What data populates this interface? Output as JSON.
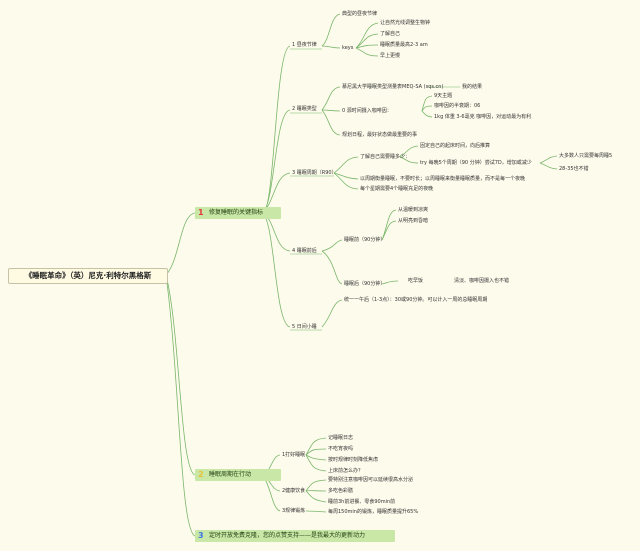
{
  "root": {
    "label": "《睡眠革命》（英）尼克·利特尔黑格斯"
  },
  "branches": [
    {
      "num": "1",
      "label": "修复睡眠的关键指标"
    },
    {
      "num": "2",
      "label": "睡眠周期在行动"
    },
    {
      "num": "3",
      "label": "定时开放免费克隆，您的点赞支持——是我最大的更新动力"
    }
  ],
  "b1": {
    "n1": {
      "label": "1 昼夜节律",
      "c1": "典型的昼夜节律",
      "c2": "keys",
      "keys": [
        "让自然光线调整生物钟",
        "了解自己",
        "睡眠质量最高2-3 am",
        "早上更慢"
      ]
    },
    "n2": {
      "label": "2 睡眠类型",
      "c1": "慕尼黑大学睡眠类型测量表MEQ-SA (sqs.cn)",
      "c1r": "我的结果",
      "c2": "0 源时间摄入咖啡因：",
      "c2k": [
        "9天主题",
        "咖啡因的半衰期：06",
        "1kg 体重 3-6毫克 咖啡因，对运动最为有利"
      ],
      "c3": "规划日程，最好状态做最重要的事"
    },
    "n3": {
      "label": "3 睡眠周期（R90）",
      "c1": "了解自己需要睡多少：",
      "c1k": [
        "固定自己的起床时间，向后推算",
        "try 每晚5个周期（90 分钟）尝试7D，增加或减少"
      ],
      "c1r": [
        "大多数人只需要每周睡5",
        "28-35也不错"
      ],
      "c2": "以周期衡量睡眠，不要时长；以周睡眠来衡量睡眠质量，而不是每一个夜晚",
      "c3": "每个星期需要4个睡眠充足的夜晚"
    },
    "n4": {
      "label": "4 睡眠前后",
      "pre": "睡眠前（90分钟）",
      "pre_k": [
        "从温暖到凉爽",
        "从明亮到昏暗"
      ],
      "post": "睡眠后（90分钟）",
      "post_k": "吃早饭",
      "post_r": "清淡、咖啡因摄入也不错"
    },
    "n5": {
      "label": "5 日间小睡",
      "c1": "统一一午后（1-3点）：30或90分钟。可以计入一周的总睡眠周期"
    }
  },
  "b2": {
    "n1": {
      "label": "1打好睡眠",
      "k": [
        "记睡眠日志",
        "不吃宵夜吗",
        "按时规律时刻降低焦虑",
        "上床前怎么办？"
      ]
    },
    "n2": {
      "label": "2健康饮食",
      "k": [
        "要特别注意咖啡因可以延续很高水分泌",
        "多吃色彩膳",
        "睡前3h前进餐、零食90min前"
      ]
    },
    "n3": {
      "label": "3规律锻炼",
      "c": "每周150min的锻炼，睡眠质量提升65%"
    }
  }
}
